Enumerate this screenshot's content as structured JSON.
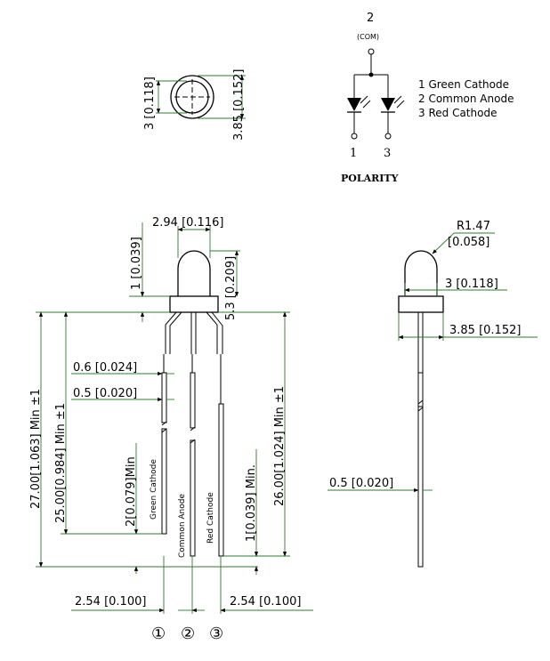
{
  "schematic": {
    "pin2_number": "2",
    "com_label": "(COM)",
    "pin1_number": "1",
    "pin3_number": "3",
    "legend": [
      "1 Green Cathode",
      "2 Common Anode",
      "3 Red Cathode"
    ],
    "polarity_label": "POLARITY"
  },
  "top_view": {
    "inner_dim": "3 [0.118]",
    "outer_dim": "3.85 [0.152]"
  },
  "front_view": {
    "lens_width": "2.94 [0.116]",
    "lens_height": "5.3 [0.209]",
    "flange_height": "1 [0.039]",
    "lead_wide": "0.6 [0.024]",
    "lead_narrow": "0.5 [0.020]",
    "total_length": "27.00[1.063] Min ±1",
    "length_25": "25.00[0.984] Min ±1",
    "length_26": "26.00[1.024] Min ±1",
    "length_2": "2[0.079]Min",
    "length_1": "1[0.039] Min.",
    "pitch_left": "2.54 [0.100]",
    "pitch_right": "2.54 [0.100]",
    "pin_labels": [
      "Green Cathode",
      "Common Anode",
      "Red Cathode"
    ],
    "pin_circles": [
      "①",
      "②",
      "③"
    ]
  },
  "side_view": {
    "radius": "R1.47",
    "radius_in": "[0.058]",
    "body_dim": "3 [0.118]",
    "flange_dim": "3.85 [0.152]",
    "lead_dim": "0.5 [0.020]"
  }
}
